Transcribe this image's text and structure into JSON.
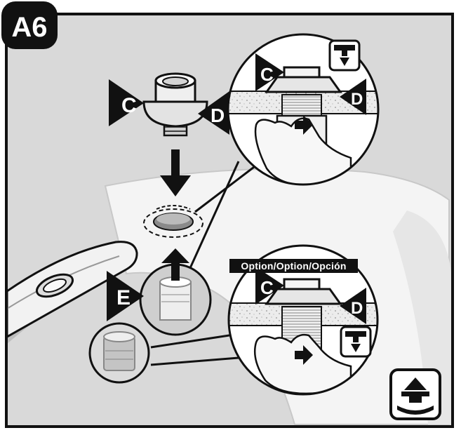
{
  "step_badge": "A6",
  "labels": {
    "part_c": "C",
    "part_d": "D",
    "part_e": "E"
  },
  "option_banner": "Option/Option/Opción",
  "icons": {
    "top_inset_badge": "install-underside-icon",
    "bottom_inset_badge": "install-underside-icon",
    "corner_badge": "install-topside-icon"
  },
  "colors": {
    "outline": "#111111",
    "background_tint": "#dcdcdc",
    "counter_speckle": "#e8e8e8",
    "adapter_fill": "#c8c8c8"
  }
}
